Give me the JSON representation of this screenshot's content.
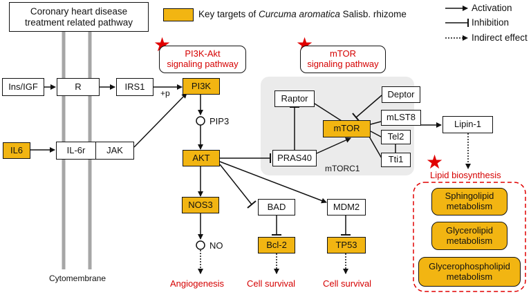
{
  "legend": {
    "pathway_box": [
      "Coronary heart disease",
      "treatment related pathway"
    ],
    "key_targets_prefix": "Key targets of ",
    "key_targets_species": "Curcuma aromatica",
    "key_targets_suffix": " Salisb. rhizome",
    "activation": "Activation",
    "inhibition": "Inhibition",
    "indirect": "Indirect effect"
  },
  "pathways": {
    "pi3k_akt": [
      "PI3K-Akt",
      "signaling pathway"
    ],
    "mtor": [
      "mTOR",
      "signaling pathway"
    ]
  },
  "nodes": {
    "ins_igf": "Ins/IGF",
    "r": "R",
    "irs1": "IRS1",
    "pi3k": "PI3K",
    "plus_p": "+p",
    "pip3": "PIP3",
    "il6": "IL6",
    "il6r": "IL-6r",
    "jak": "JAK",
    "akt": "AKT",
    "nos3": "NOS3",
    "no": "NO",
    "bad": "BAD",
    "bcl2": "Bcl-2",
    "mdm2": "MDM2",
    "tp53": "TP53",
    "raptor": "Raptor",
    "pras40": "PRAS40",
    "mtor": "mTOR",
    "deptor": "Deptor",
    "mlst8": "mLST8",
    "tel2": "Tel2",
    "tti1": "Tti1",
    "mtorc1": "mTORC1",
    "lipin1": "Lipin-1",
    "cytomembrane": "Cytomembrane"
  },
  "outcomes": {
    "angiogenesis": "Angiogenesis",
    "cell_survival_1": "Cell survival",
    "cell_survival_2": "Cell survival",
    "lipid_biosynthesis": "Lipid biosynthesis"
  },
  "metabolism": {
    "sphingolipid": [
      "Sphingolipid",
      "metabolism"
    ],
    "glycerolipid": [
      "Glycerolipid",
      "metabolism"
    ],
    "glycerophospholipid": [
      "Glycerophospholipid",
      "metabolism"
    ]
  },
  "colors": {
    "key_target": "#f2b512",
    "outcome_text": "#d50000",
    "membrane": "#a6a6a6",
    "mtorc1_panel": "#ebebeb"
  }
}
